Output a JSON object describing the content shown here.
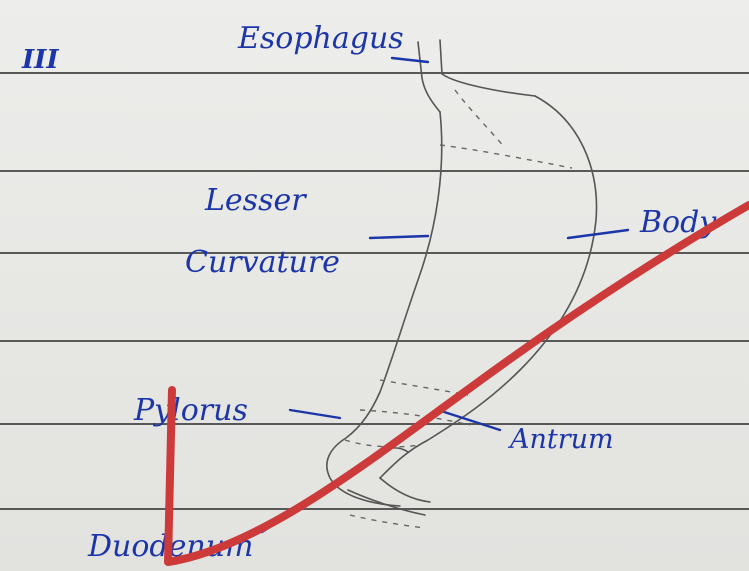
{
  "page": {
    "roman_numeral": "III"
  },
  "labels": {
    "esophagus": "Esophagus",
    "lesser_curvature_line1": "Lesser",
    "lesser_curvature_line2": "Curvature",
    "body": "Body",
    "pylorus": "Pylorus",
    "antrum": "Antrum",
    "duodenum": "Duodenum"
  },
  "colors": {
    "paper": "#e9e9e7",
    "rule_line": "#3f3f3f",
    "ink_blue": "#1c35a8",
    "pencil": "#555555",
    "correction_red": "#cc3a3a"
  }
}
